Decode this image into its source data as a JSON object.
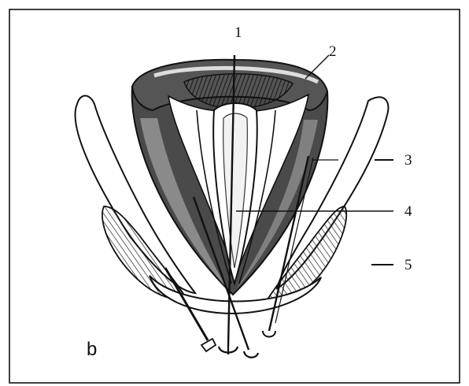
{
  "labels": {
    "one": "1",
    "two": "2",
    "three": "3",
    "four": "4",
    "five": "5"
  },
  "panel_letter": "b",
  "colors": {
    "ink": "#111111",
    "shade": "#3a3a3a",
    "light": "#bdbdbd",
    "paper": "#ffffff"
  }
}
